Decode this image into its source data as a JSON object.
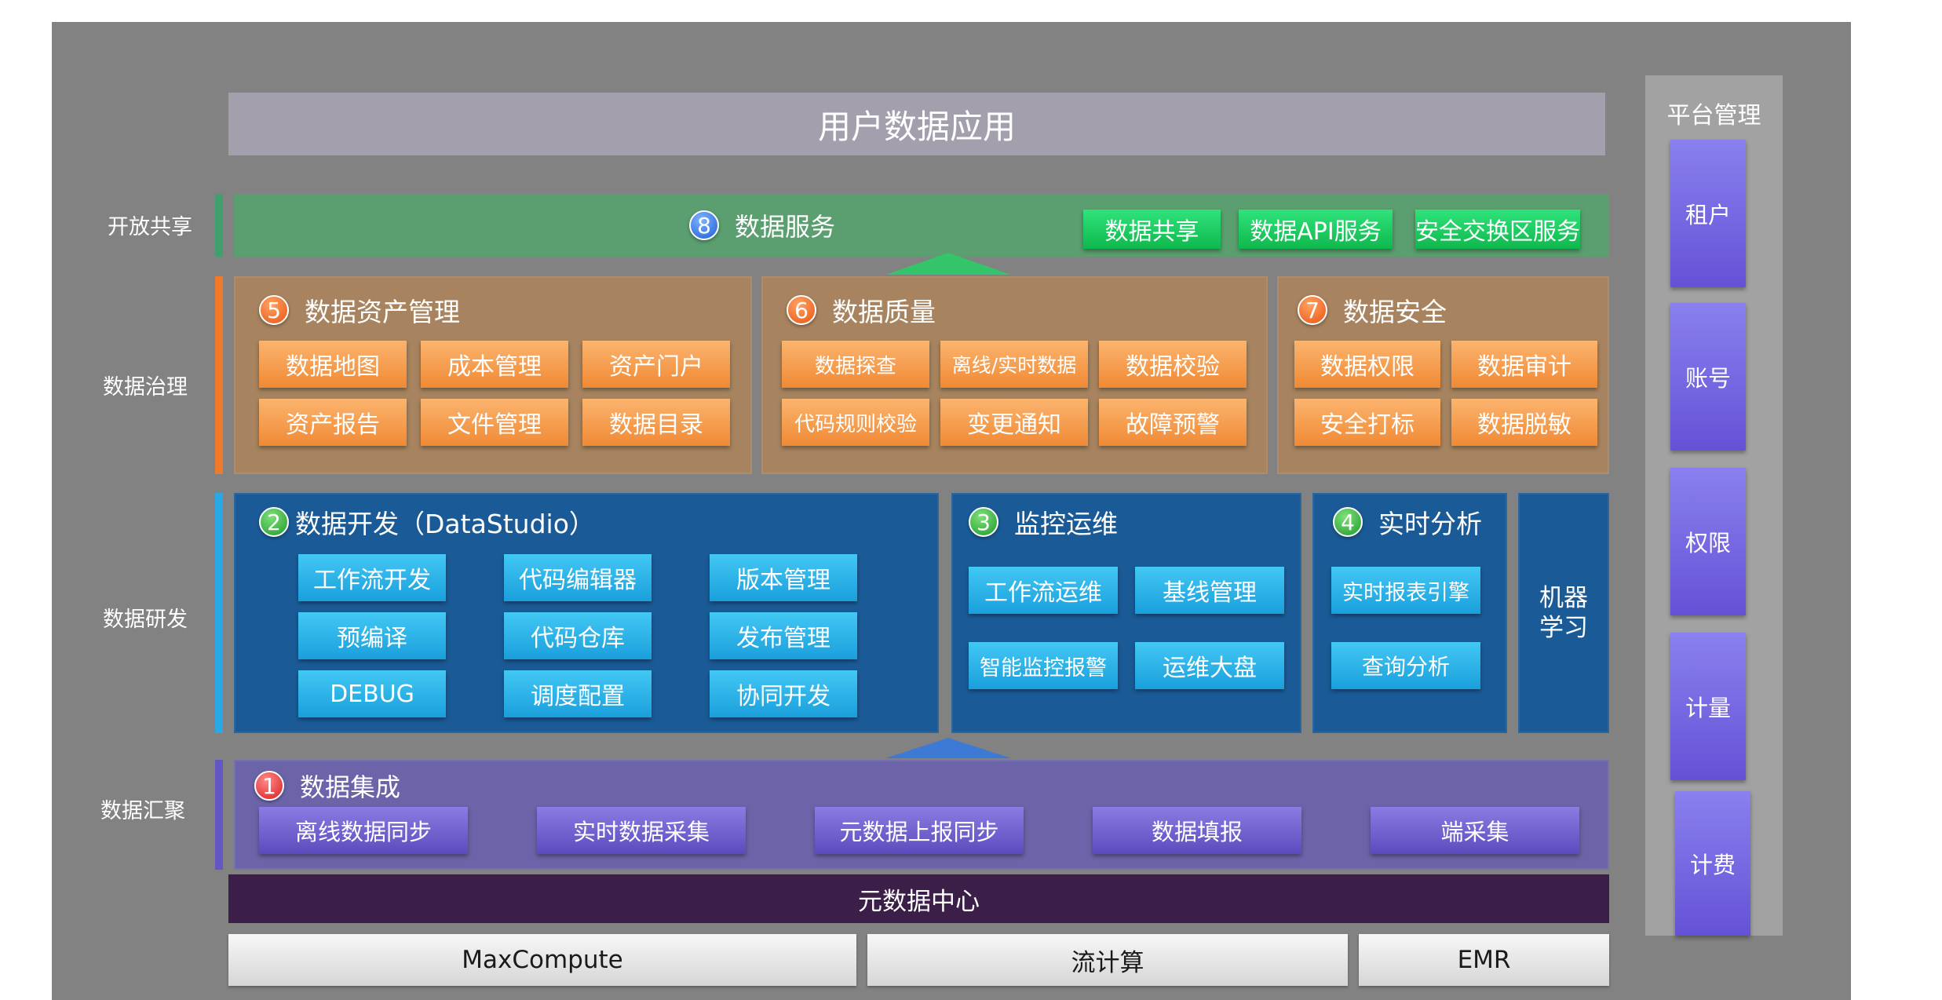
{
  "header": {
    "title": "用户数据应用"
  },
  "side_labels": {
    "open_share": "开放共享",
    "governance": "数据治理",
    "dev": "数据研发",
    "gather": "数据汇聚"
  },
  "data_service": {
    "number": "8",
    "title": "数据服务",
    "items": [
      "数据共享",
      "数据API服务",
      "安全交换区服务"
    ]
  },
  "asset_mgmt": {
    "number": "5",
    "title": "数据资产管理",
    "items": [
      "数据地图",
      "成本管理",
      "资产门户",
      "资产报告",
      "文件管理",
      "数据目录"
    ]
  },
  "data_quality": {
    "number": "6",
    "title": "数据质量",
    "items": [
      "数据探查",
      "离线/实时数据",
      "数据校验",
      "代码规则校验",
      "变更通知",
      "故障预警"
    ]
  },
  "data_security": {
    "number": "7",
    "title": "数据安全",
    "items": [
      "数据权限",
      "数据审计",
      "安全打标",
      "数据脱敏"
    ]
  },
  "data_dev": {
    "number": "2",
    "title": "数据开发（DataStudio）",
    "items": [
      "工作流开发",
      "代码编辑器",
      "版本管理",
      "预编译",
      "代码仓库",
      "发布管理",
      "DEBUG",
      "调度配置",
      "协同开发"
    ]
  },
  "monitor": {
    "number": "3",
    "title": "监控运维",
    "items": [
      "工作流运维",
      "基线管理",
      "智能监控报警",
      "运维大盘"
    ]
  },
  "realtime": {
    "number": "4",
    "title": "实时分析",
    "items": [
      "实时报表引擎",
      "查询分析"
    ]
  },
  "ml": {
    "label_line1": "机器",
    "label_line2": "学习"
  },
  "integration": {
    "number": "1",
    "title": "数据集成",
    "items": [
      "离线数据同步",
      "实时数据采集",
      "元数据上报同步",
      "数据填报",
      "端采集"
    ]
  },
  "metadata_center": {
    "label": "元数据中心"
  },
  "base": {
    "items": [
      "MaxCompute",
      "流计算",
      "EMR"
    ]
  },
  "platform": {
    "title": "平台管理",
    "items": [
      "租户",
      "账号",
      "权限",
      "计量",
      "计费"
    ]
  }
}
